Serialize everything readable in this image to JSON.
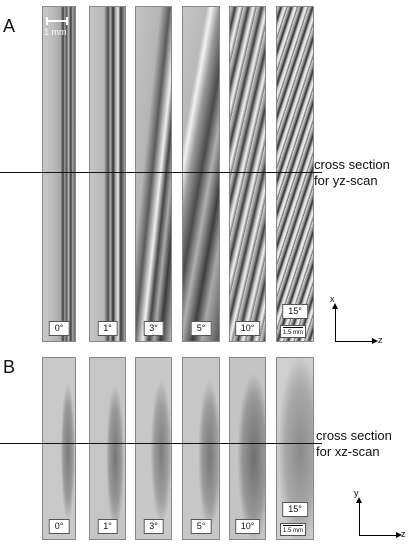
{
  "panel_a": {
    "letter": "A",
    "scale_label": "1 mm",
    "mini_scale_label": "1.5 mm",
    "angles": [
      "0°",
      "1°",
      "3°",
      "5°",
      "10°",
      "15°"
    ],
    "cross_section": {
      "line1": "cross section",
      "line2": "for yz-scan"
    },
    "axis": {
      "vertical": "x",
      "horizontal": "z"
    }
  },
  "panel_b": {
    "letter": "B",
    "mini_scale_label": "1.5 mm",
    "angles": [
      "0°",
      "1°",
      "3°",
      "5°",
      "10°",
      "15°"
    ],
    "cross_section": {
      "line1": "cross section",
      "line2": "for xz-scan"
    },
    "axis": {
      "vertical": "y",
      "horizontal": "z"
    }
  }
}
